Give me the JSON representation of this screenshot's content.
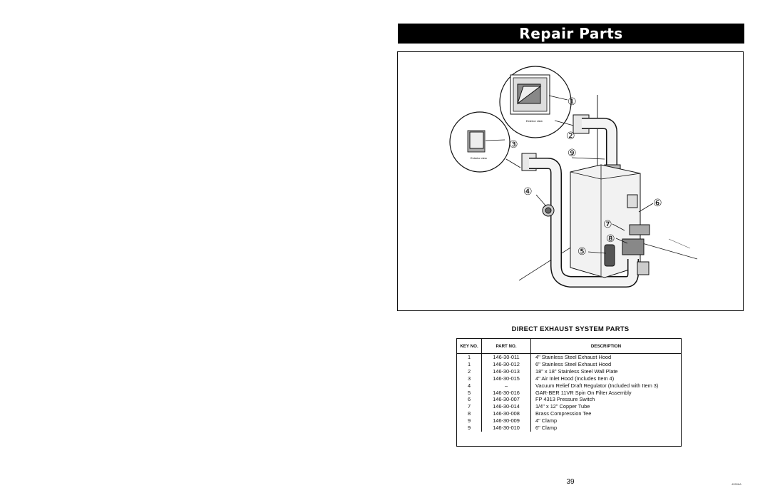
{
  "header": {
    "title": "Repair Parts"
  },
  "figure": {
    "callouts": [
      "①",
      "②",
      "③",
      "④",
      "⑤",
      "⑥",
      "⑦",
      "⑧",
      "⑨"
    ],
    "inset_labels": [
      "Exterior view",
      "Exterior view"
    ]
  },
  "table": {
    "title": "DIRECT EXHAUST SYSTEM PARTS",
    "headers": {
      "key_no": "KEY NO.",
      "part_no": "PART NO.",
      "description": "DESCRIPTION"
    },
    "rows": [
      {
        "key": "1",
        "part": "146-30-011",
        "desc": "4\" Stainless Steel Exhaust Hood"
      },
      {
        "key": "1",
        "part": "146-30-012",
        "desc": "6\" Stainless Steel Exhaust Hood"
      },
      {
        "key": "2",
        "part": "146-30-013",
        "desc": "18\" x 18\" Stainless Steel Wall Plate"
      },
      {
        "key": "3",
        "part": "146-30-015",
        "desc": "4\" Air Inlet Hood (Includes Item 4)"
      },
      {
        "key": "4",
        "part": "–",
        "desc": "Vacuum Relief Draft Regulator (Included with Item 3)"
      },
      {
        "key": "5",
        "part": "146-30-016",
        "desc": "GAR-BER 11VR Spin On Filter Assembly"
      },
      {
        "key": "6",
        "part": "146-30-007",
        "desc": "FP 4313 Pressure Switch"
      },
      {
        "key": "7",
        "part": "146-30-014",
        "desc": "1/4\" x 12\" Copper Tube"
      },
      {
        "key": "8",
        "part": "146-30-008",
        "desc": "Brass Compression Tee"
      },
      {
        "key": "9",
        "part": "146-30-009",
        "desc": "4\" Clamp"
      },
      {
        "key": "9",
        "part": "146-30-010",
        "desc": "6\" Clamp"
      }
    ]
  },
  "footer": {
    "page_number": "39",
    "doc_code": "40506A"
  }
}
